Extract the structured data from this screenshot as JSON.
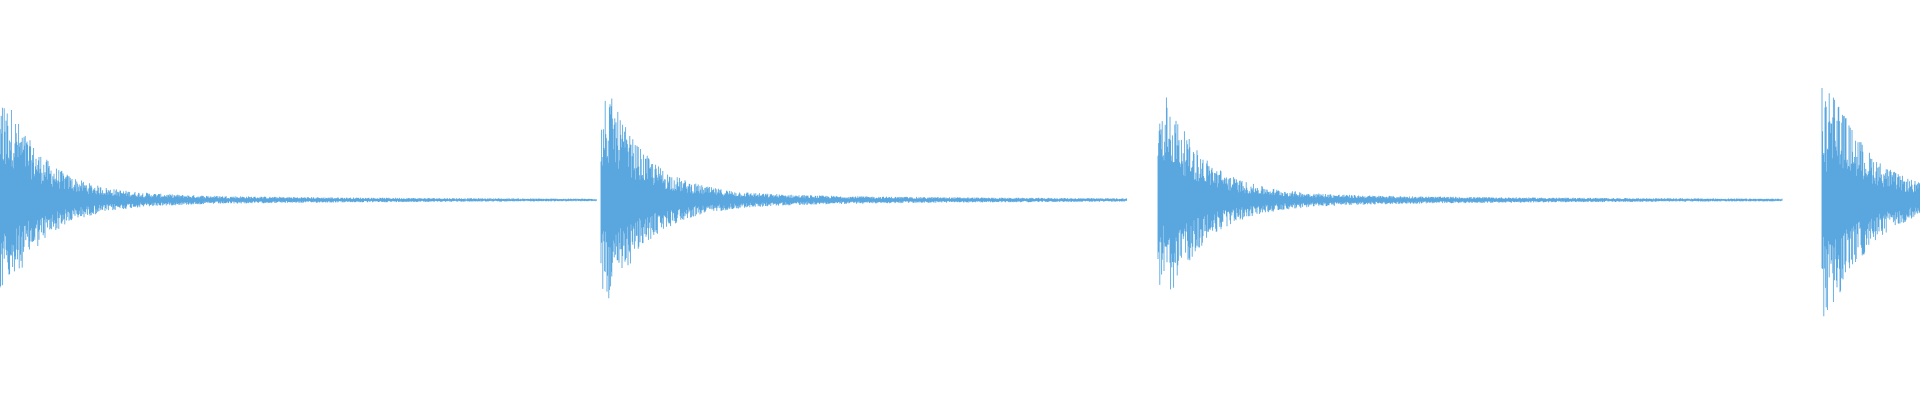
{
  "waveform": {
    "color": "#5aa7e0",
    "background": "#ffffff",
    "segments": [
      {
        "onset": 0.0,
        "peak_top": 0.52,
        "peak_bottom": 0.49,
        "end": 0.311,
        "edge_cut": true
      },
      {
        "onset": 0.313,
        "peak_top": 0.56,
        "peak_bottom": 0.55,
        "end": 0.587
      },
      {
        "onset": 0.603,
        "peak_top": 0.55,
        "peak_bottom": 0.55,
        "end": 0.928
      },
      {
        "onset": 0.949,
        "peak_top": 0.63,
        "peak_bottom": 0.63,
        "end": 1.0
      }
    ]
  }
}
